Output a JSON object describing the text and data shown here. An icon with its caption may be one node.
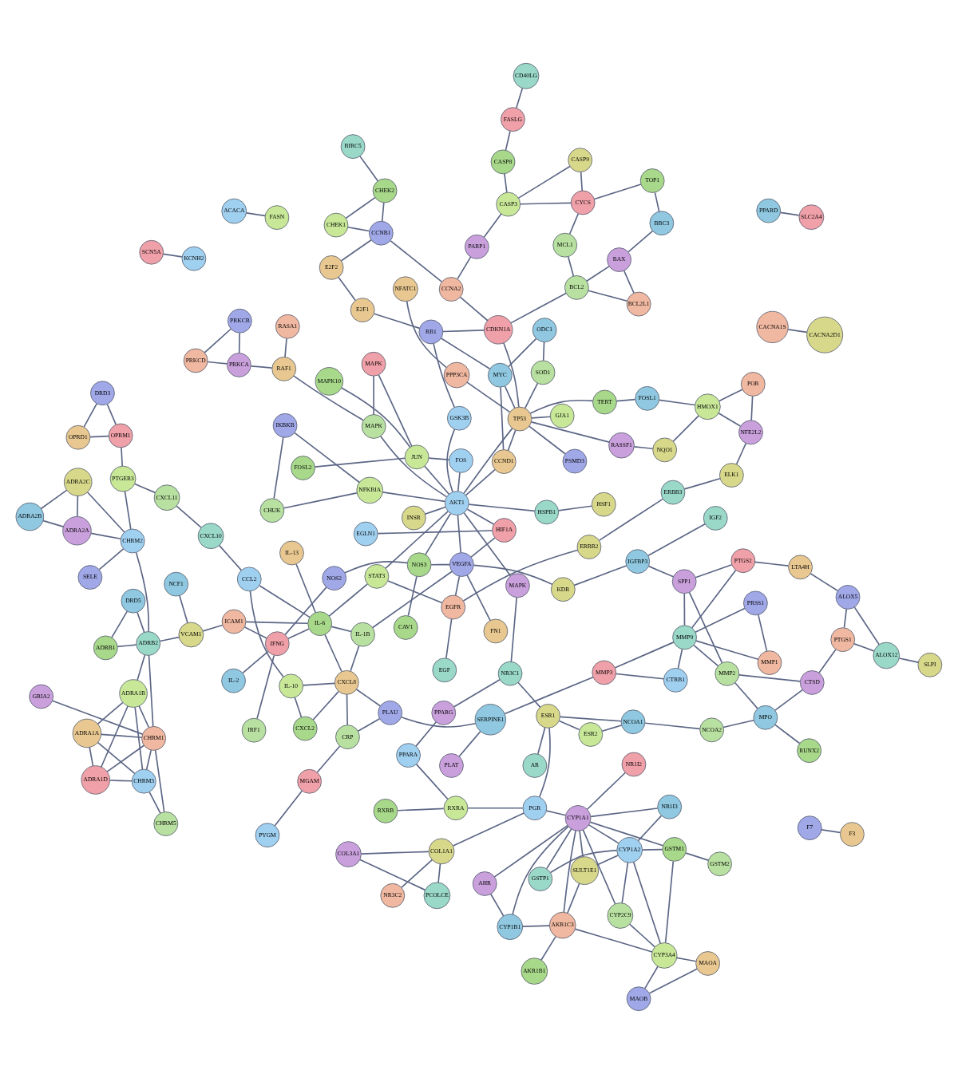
{
  "diagram": {
    "nodes": [
      {
        "text": [
          "AKR1B1"
        ]
      },
      {
        "text": [
          "CYP1B1"
        ]
      },
      {
        "text": [
          "AHR"
        ]
      },
      {
        "text": [
          "AKR1C3"
        ]
      },
      {
        "text": [
          "SULT1E1"
        ]
      },
      {
        "text": [
          "GSTP1"
        ]
      },
      {
        "text": [
          "MAOB"
        ]
      },
      {
        "text": [
          "MAOA"
        ]
      },
      {
        "text": [
          "GSTM2"
        ]
      },
      {
        "text": [
          "NR1I2"
        ]
      },
      {
        "text": [
          "CYP1A2"
        ]
      },
      {
        "text": [
          "CYP3A4"
        ]
      },
      {
        "text": [
          "GSTM1"
        ]
      },
      {
        "text": [
          "NR1I3"
        ]
      },
      {
        "text": [
          "CYP1A1"
        ]
      },
      {
        "text": [
          "CACNA1S"
        ]
      },
      {
        "text": [
          "CACNA2D1"
        ]
      },
      {
        "text": [
          "PCOLCE"
        ]
      },
      {
        "text": [
          "F7"
        ]
      },
      {
        "text": [
          "F3"
        ]
      },
      {
        "text": [
          "CYP2C9"
        ]
      },
      {
        "text": [
          "SCN5A"
        ]
      },
      {
        "text": [
          "KCNH2"
        ]
      },
      {
        "text": [
          "CHEK1"
        ]
      },
      {
        "text": [
          "CHEK2"
        ]
      },
      {
        "text": [
          "PPARD"
        ]
      },
      {
        "text": [
          "COL3A1"
        ]
      },
      {
        "text": [
          "NR3C2"
        ]
      },
      {
        "text": [
          "COL1A1"
        ]
      },
      {
        "text": [
          "BIRC5"
        ]
      },
      {
        "text": [
          "CCNB1"
        ]
      },
      {
        "text": [
          "E2F2"
        ]
      },
      {
        "text": [
          "NCOA2"
        ]
      },
      {
        "text": [
          "SLC2A4"
        ]
      },
      {
        "text": [
          "PGR"
        ]
      },
      {
        "text": [
          "RXRA"
        ]
      },
      {
        "text": [
          "RXRB"
        ]
      },
      {
        "text": [
          "NCOA1"
        ]
      },
      {
        "text": [
          "PARP1"
        ]
      },
      {
        "text": [
          "CCNA2"
        ]
      },
      {
        "text": [
          "CASP9"
        ]
      },
      {
        "text": [
          "AR"
        ]
      },
      {
        "text": [
          "RB1"
        ]
      },
      {
        "text": [
          "E2F1"
        ]
      },
      {
        "text": [
          "BCL2"
        ]
      },
      {
        "text": [
          "CDKN1A"
        ]
      },
      {
        "text": [
          "PPARA"
        ]
      },
      {
        "text": [
          "ESR2"
        ]
      },
      {
        "text": [
          "RUNX2"
        ]
      },
      {
        "text": [
          "MPO"
        ]
      },
      {
        "text": [
          "CTSD"
        ]
      },
      {
        "text": [
          "PTGS1"
        ]
      },
      {
        "text": [
          "SLPI"
        ]
      },
      {
        "text": [
          "ALOX12"
        ]
      },
      {
        "text": [
          "ALOX5"
        ]
      },
      {
        "text": [
          "LTA4H"
        ]
      },
      {
        "text": [
          "MCL1"
        ]
      },
      {
        "text": [
          "CYCS"
        ]
      },
      {
        "text": [
          "EGLN1"
        ]
      },
      {
        "text": [
          "CASP3"
        ]
      },
      {
        "text": [
          "CASP8"
        ]
      },
      {
        "text": [
          "MYC"
        ]
      },
      {
        "text": [
          "PPARG"
        ]
      },
      {
        "text": [
          "RASA1"
        ]
      },
      {
        "text": [
          "ESR1"
        ]
      },
      {
        "text": [
          "NR3C1"
        ]
      },
      {
        "text": [
          "NOS2"
        ]
      },
      {
        "text": [
          "RAF1"
        ]
      },
      {
        "text": [
          "MMP2"
        ]
      },
      {
        "text": [
          "PTGS2"
        ]
      },
      {
        "text": [
          "ACACA"
        ]
      },
      {
        "text": [
          "FASN"
        ]
      },
      {
        "text": [
          "TOP1"
        ]
      },
      {
        "text": [
          "BBC3"
        ]
      },
      {
        "text": [
          "BAX"
        ]
      },
      {
        "text": [
          "BCL2L1"
        ]
      },
      {
        "text": [
          "HSF1"
        ]
      },
      {
        "text": [
          "HSPB1"
        ]
      },
      {
        "text": [
          "PSMD3"
        ]
      },
      {
        "text": [
          "CCND1"
        ]
      },
      {
        "text": [
          "MAPK"
        ]
      },
      {
        "text": [
          "HIF1A"
        ]
      },
      {
        "text": [
          "AKT1"
        ]
      },
      {
        "text": [
          "NFKBIA"
        ]
      },
      {
        "text": [
          "NOS3"
        ]
      },
      {
        "text": [
          "IGFBP3"
        ]
      },
      {
        "text": [
          "SPP1"
        ]
      },
      {
        "text": [
          "MMP1"
        ]
      },
      {
        "text": [
          "KDR"
        ]
      },
      {
        "text": [
          "MMP9"
        ]
      },
      {
        "text": [
          "PRSS1"
        ]
      },
      {
        "text": [
          "TP53"
        ]
      },
      {
        "text": [
          "SOD1"
        ]
      },
      {
        "text": [
          "FASLG"
        ]
      },
      {
        "text": [
          "GSK3B"
        ]
      },
      {
        "text": [
          "GJA1"
        ]
      },
      {
        "text": [
          "MAPK10"
        ]
      },
      {
        "text": [
          "ODC1"
        ]
      },
      {
        "text": [
          "RASSF1"
        ]
      },
      {
        "text": [
          "PPP3CA"
        ]
      },
      {
        "text": [
          "NQO1"
        ]
      },
      {
        "text": [
          "CD40LG"
        ]
      },
      {
        "text": [
          "IKBKB"
        ]
      },
      {
        "text": [
          "NFATC1"
        ]
      },
      {
        "text": [
          "CHUK"
        ]
      },
      {
        "text": [
          "MAPK"
        ]
      },
      {
        "text": [
          "FOS"
        ]
      },
      {
        "text": [
          "JUN"
        ]
      },
      {
        "text": [
          "CAV1"
        ]
      },
      {
        "text": [
          "IL-2"
        ]
      },
      {
        "text": [
          "PRKCA"
        ]
      },
      {
        "text": [
          "PRKCD"
        ]
      },
      {
        "text": [
          "ERBB2"
        ]
      },
      {
        "text": [
          "IGF2"
        ]
      },
      {
        "text": [
          "VEGFA"
        ]
      },
      {
        "text": [
          "FN1"
        ]
      },
      {
        "text": [
          "IL-1B"
        ]
      },
      {
        "text": [
          "MMP3"
        ]
      },
      {
        "text": [
          "CTRB1"
        ]
      },
      {
        "text": [
          "STAT3"
        ]
      },
      {
        "text": [
          "IL-6"
        ]
      },
      {
        "text": [
          "SERPINE1"
        ]
      },
      {
        "text": [
          "PLAT"
        ]
      },
      {
        "text": [
          "EGFR"
        ]
      },
      {
        "text": [
          "INSR"
        ]
      },
      {
        "text": [
          "EGF"
        ]
      },
      {
        "text": [
          "PLAU"
        ]
      },
      {
        "text": [
          "CXCL8"
        ]
      },
      {
        "text": [
          "CRP"
        ]
      },
      {
        "text": [
          "MGAM"
        ]
      },
      {
        "text": [
          "PYGM"
        ]
      },
      {
        "text": [
          "HMOX1"
        ]
      },
      {
        "text": [
          "TERT"
        ]
      },
      {
        "text": [
          "FOSL1"
        ]
      },
      {
        "text": [
          "NFE2L2"
        ]
      },
      {
        "text": [
          "POR"
        ]
      },
      {
        "text": [
          "ELK1"
        ]
      },
      {
        "text": [
          "ERBB3"
        ]
      },
      {
        "text": [
          "PRKCB"
        ]
      },
      {
        "text": [
          "IL-13"
        ]
      },
      {
        "text": [
          "IRF1"
        ]
      },
      {
        "text": [
          "IFNG"
        ]
      },
      {
        "text": [
          "CCL2"
        ]
      },
      {
        "text": [
          "IL-10"
        ]
      },
      {
        "text": [
          "CXCL2"
        ]
      },
      {
        "text": [
          "ADRA2B"
        ]
      },
      {
        "text": [
          "ADRA2A"
        ]
      },
      {
        "text": [
          "ICAM1"
        ]
      },
      {
        "text": [
          "ADRA2C"
        ]
      },
      {
        "text": [
          "CXCL10"
        ]
      },
      {
        "text": [
          "DRD3"
        ]
      },
      {
        "text": [
          "OPRD1"
        ]
      },
      {
        "text": [
          "CXCL11"
        ]
      },
      {
        "text": [
          "OPRM1"
        ]
      },
      {
        "text": [
          "CHRM2"
        ]
      },
      {
        "text": [
          "PTGER3"
        ]
      },
      {
        "text": [
          "FOSL2"
        ]
      },
      {
        "text": [
          "NCF1"
        ]
      },
      {
        "text": [
          "GRIA2"
        ]
      },
      {
        "text": [
          "CHRM1"
        ]
      },
      {
        "text": [
          "VCAM1"
        ]
      },
      {
        "text": [
          "ADRB2"
        ]
      },
      {
        "text": [
          "SELE"
        ]
      },
      {
        "text": [
          "ADRA1A"
        ]
      },
      {
        "text": [
          "CHRM5"
        ]
      },
      {
        "text": [
          "ADRA1D"
        ]
      },
      {
        "text": [
          "CHRM3"
        ]
      },
      {
        "text": [
          "ADRA1B"
        ]
      },
      {
        "text": [
          "ADRB1"
        ]
      },
      {
        "text": [
          "DRD5"
        ]
      },
      {
        "text": [
          "MAPK"
        ]
      }
    ],
    "edges": [
      {
        "from": 0,
        "to": 3,
        "arrow": "none"
      },
      {
        "from": 3,
        "to": 4,
        "arrow": "none"
      },
      {
        "from": 3,
        "to": 1,
        "arrow": "none"
      },
      {
        "from": 1,
        "to": 2,
        "arrow": "none"
      },
      {
        "from": 1,
        "to": 14,
        "arrow": "none"
      },
      {
        "from": 2,
        "to": 14,
        "arrow": "none"
      },
      {
        "from": 3,
        "to": 11,
        "arrow": "none"
      },
      {
        "from": 3,
        "to": 14,
        "arrow": "none"
      },
      {
        "from": 4,
        "to": 10,
        "arrow": "none"
      },
      {
        "from": 4,
        "to": 14,
        "arrow": "none"
      },
      {
        "from": 5,
        "to": 14,
        "arrow": "none"
      },
      {
        "from": 5,
        "to": 10,
        "arrow": "none"
      },
      {
        "from": 6,
        "to": 7,
        "arrow": "none"
      },
      {
        "from": 6,
        "to": 11,
        "arrow": "none"
      },
      {
        "from": 7,
        "to": 11,
        "arrow": "none"
      },
      {
        "from": 8,
        "to": 12,
        "arrow": "none"
      },
      {
        "from": 10,
        "to": 11,
        "arrow": "none"
      },
      {
        "from": 10,
        "to": 12,
        "arrow": "none"
      },
      {
        "from": 10,
        "to": 14,
        "arrow": "none"
      },
      {
        "from": 11,
        "to": 12,
        "arrow": "none"
      },
      {
        "from": 12,
        "to": 14,
        "arrow": "none"
      },
      {
        "from": 13,
        "to": 10,
        "arrow": "none"
      },
      {
        "from": 9,
        "to": 14,
        "arrow": "none"
      },
      {
        "from": 13,
        "to": 14,
        "arrow": "none"
      },
      {
        "from": 10,
        "to": 20,
        "arrow": "none"
      },
      {
        "from": 14,
        "to": 20,
        "arrow": "none"
      },
      {
        "from": 11,
        "to": 20,
        "arrow": "none"
      },
      {
        "from": 15,
        "to": 16,
        "arrow": "none"
      },
      {
        "from": 21,
        "to": 22,
        "arrow": "none"
      },
      {
        "from": 18,
        "to": 19,
        "arrow": "none"
      },
      {
        "from": 23,
        "to": 24,
        "arrow": "none"
      },
      {
        "from": 23,
        "to": 30,
        "arrow": "none"
      },
      {
        "from": 24,
        "to": 30,
        "arrow": "none"
      },
      {
        "from": 24,
        "to": 29,
        "arrow": "none"
      },
      {
        "from": 17,
        "to": 26,
        "arrow": "none"
      },
      {
        "from": 17,
        "to": 28,
        "arrow": "none"
      },
      {
        "from": 26,
        "to": 28,
        "arrow": "none"
      },
      {
        "from": 27,
        "to": 28,
        "arrow": "none"
      },
      {
        "from": 25,
        "to": 33,
        "arrow": "none"
      },
      {
        "from": 28,
        "to": 34,
        "arrow": "none"
      },
      {
        "from": 14,
        "to": 34,
        "arrow": "none"
      },
      {
        "from": 32,
        "to": 37,
        "arrow": "none"
      },
      {
        "from": 32,
        "to": 49,
        "arrow": "none"
      },
      {
        "from": 37,
        "to": 47,
        "arrow": "none"
      },
      {
        "from": 37,
        "to": 64,
        "arrow": "none"
      },
      {
        "from": 35,
        "to": 36,
        "arrow": "none"
      },
      {
        "from": 35,
        "to": 34,
        "arrow": "none"
      },
      {
        "from": 34,
        "to": 64,
        "arrow": "none"
      },
      {
        "from": 41,
        "to": 64,
        "arrow": "none"
      },
      {
        "from": 46,
        "to": 35,
        "arrow": "none"
      },
      {
        "from": 48,
        "to": 49,
        "arrow": "none"
      },
      {
        "from": 49,
        "to": 50,
        "arrow": "none"
      },
      {
        "from": 50,
        "to": 51,
        "arrow": "none"
      },
      {
        "from": 51,
        "to": 53,
        "arrow": "none"
      },
      {
        "from": 52,
        "to": 53,
        "arrow": "none"
      },
      {
        "from": 51,
        "to": 54,
        "arrow": "none"
      },
      {
        "from": 53,
        "to": 54,
        "arrow": "none"
      },
      {
        "from": 54,
        "to": 55,
        "arrow": "none"
      },
      {
        "from": 55,
        "to": 69,
        "arrow": "none"
      },
      {
        "from": 50,
        "to": 68,
        "arrow": "none"
      },
      {
        "from": 49,
        "to": 68,
        "arrow": "none"
      },
      {
        "from": 68,
        "to": 86,
        "arrow": "none"
      },
      {
        "from": 68,
        "to": 89,
        "arrow": "none"
      },
      {
        "from": 69,
        "to": 86,
        "arrow": "none"
      },
      {
        "from": 69,
        "to": 89,
        "arrow": "none"
      },
      {
        "from": 86,
        "to": 89,
        "arrow": "none"
      },
      {
        "from": 87,
        "to": 89,
        "arrow": "none"
      },
      {
        "from": 89,
        "to": 90,
        "arrow": "none"
      },
      {
        "from": 87,
        "to": 90,
        "arrow": "none"
      },
      {
        "from": 89,
        "to": 117,
        "arrow": "none"
      },
      {
        "from": 117,
        "to": 118,
        "arrow": "none"
      },
      {
        "from": 89,
        "to": 118,
        "arrow": "none"
      },
      {
        "from": 117,
        "to": 121,
        "arrow": "none"
      },
      {
        "from": 121,
        "to": 122,
        "arrow": "none"
      },
      {
        "from": 121,
        "to": 126,
        "arrow": "none"
      },
      {
        "from": 126,
        "to": 127,
        "arrow": "none"
      },
      {
        "from": 126,
        "to": 128,
        "arrow": "none"
      },
      {
        "from": 127,
        "to": 128,
        "arrow": "none"
      },
      {
        "from": 128,
        "to": 129,
        "arrow": "none"
      },
      {
        "from": 129,
        "to": 130,
        "arrow": "none"
      },
      {
        "from": 70,
        "to": 71,
        "arrow": "none"
      },
      {
        "from": 72,
        "to": 73,
        "arrow": "none"
      },
      {
        "from": 72,
        "to": 57,
        "arrow": "none"
      },
      {
        "from": 56,
        "to": 57,
        "arrow": "none"
      },
      {
        "from": 56,
        "to": 44,
        "arrow": "none"
      },
      {
        "from": 57,
        "to": 59,
        "arrow": "none"
      },
      {
        "from": 73,
        "to": 74,
        "arrow": "none"
      },
      {
        "from": 74,
        "to": 44,
        "arrow": "none"
      },
      {
        "from": 74,
        "to": 75,
        "arrow": "none"
      },
      {
        "from": 44,
        "to": 75,
        "arrow": "none"
      },
      {
        "from": 44,
        "to": 45,
        "arrow": "none"
      },
      {
        "from": 45,
        "to": 91,
        "arrow": "none"
      },
      {
        "from": 59,
        "to": 60,
        "arrow": "none"
      },
      {
        "from": 59,
        "to": 40,
        "arrow": "none"
      },
      {
        "from": 40,
        "to": 57,
        "arrow": "none"
      },
      {
        "from": 38,
        "to": 39,
        "arrow": "none"
      },
      {
        "from": 38,
        "to": 59,
        "arrow": "none"
      },
      {
        "from": 39,
        "to": 30,
        "arrow": "none"
      },
      {
        "from": 30,
        "to": 31,
        "arrow": "none"
      },
      {
        "from": 31,
        "to": 43,
        "arrow": "none"
      },
      {
        "from": 43,
        "to": 42,
        "arrow": "none"
      },
      {
        "from": 42,
        "to": 45,
        "arrow": "none"
      },
      {
        "from": 39,
        "to": 45,
        "arrow": "none"
      },
      {
        "from": 91,
        "to": 92,
        "arrow": "none"
      },
      {
        "from": 92,
        "to": 97,
        "arrow": "none"
      },
      {
        "from": 91,
        "to": 95,
        "arrow": "none"
      },
      {
        "from": 98,
        "to": 100,
        "arrow": "none"
      },
      {
        "from": 100,
        "to": 131,
        "arrow": "none"
      },
      {
        "from": 131,
        "to": 134,
        "arrow": "none"
      },
      {
        "from": 131,
        "to": 133,
        "arrow": "none"
      },
      {
        "from": 133,
        "to": 132,
        "arrow": "none"
      },
      {
        "from": 134,
        "to": 135,
        "arrow": "none"
      },
      {
        "from": 134,
        "to": 136,
        "arrow": "none"
      },
      {
        "from": 136,
        "to": 137,
        "arrow": "none"
      },
      {
        "from": 156,
        "to": 107,
        "arrow": "none"
      },
      {
        "from": 157,
        "to": 160,
        "arrow": "none"
      },
      {
        "from": 158,
        "to": 159,
        "arrow": "none"
      },
      {
        "from": 159,
        "to": 163,
        "arrow": "none"
      },
      {
        "from": 159,
        "to": 164,
        "arrow": "none"
      },
      {
        "from": 159,
        "to": 165,
        "arrow": "none"
      },
      {
        "from": 159,
        "to": 166,
        "arrow": "none"
      },
      {
        "from": 159,
        "to": 167,
        "arrow": "none"
      },
      {
        "from": 159,
        "to": 161,
        "arrow": "none"
      },
      {
        "from": 163,
        "to": 165,
        "arrow": "none"
      },
      {
        "from": 163,
        "to": 166,
        "arrow": "none"
      },
      {
        "from": 163,
        "to": 167,
        "arrow": "none"
      },
      {
        "from": 164,
        "to": 166,
        "arrow": "none"
      },
      {
        "from": 165,
        "to": 166,
        "arrow": "none"
      },
      {
        "from": 165,
        "to": 167,
        "arrow": "none"
      },
      {
        "from": 166,
        "to": 167,
        "arrow": "none"
      },
      {
        "from": 161,
        "to": 167,
        "arrow": "none"
      },
      {
        "from": 161,
        "to": 160,
        "arrow": "none"
      },
      {
        "from": 161,
        "to": 168,
        "arrow": "none"
      },
      {
        "from": 161,
        "to": 169,
        "arrow": "none"
      },
      {
        "from": 168,
        "to": 169,
        "arrow": "none"
      },
      {
        "from": 161,
        "to": 154,
        "arrow": "none"
      },
      {
        "from": 162,
        "to": 154,
        "arrow": "none"
      },
      {
        "from": 160,
        "to": 147,
        "arrow": "none"
      },
      {
        "from": 150,
        "to": 151,
        "arrow": "none"
      },
      {
        "from": 151,
        "to": 153,
        "arrow": "none"
      },
      {
        "from": 152,
        "to": 149,
        "arrow": "none"
      },
      {
        "from": 146,
        "to": 145,
        "arrow": "none"
      },
      {
        "from": 146,
        "to": 148,
        "arrow": "none"
      },
      {
        "from": 154,
        "to": 155,
        "arrow": "none"
      },
      {
        "from": 153,
        "to": 155,
        "arrow": "none"
      },
      {
        "from": 152,
        "to": 155,
        "arrow": "none"
      },
      {
        "from": 150,
        "to": 153,
        "arrow": "none"
      },
      {
        "from": 143,
        "to": 144,
        "arrow": "none"
      },
      {
        "from": 143,
        "to": 142,
        "arrow": "none"
      },
      {
        "from": 141,
        "to": 120,
        "arrow": "none"
      },
      {
        "from": 120,
        "to": 116,
        "arrow": "none"
      },
      {
        "from": 116,
        "to": 114,
        "arrow": "none"
      },
      {
        "from": 114,
        "to": 88,
        "arrow": "none"
      },
      {
        "from": 88,
        "to": 85,
        "arrow": "none"
      },
      {
        "from": 85,
        "to": 86,
        "arrow": "none"
      },
      {
        "from": 114,
        "to": 115,
        "arrow": "none"
      },
      {
        "from": 114,
        "to": 123,
        "arrow": "none"
      },
      {
        "from": 123,
        "to": 125,
        "arrow": "none"
      },
      {
        "from": 123,
        "to": 112,
        "arrow": "none"
      },
      {
        "from": 112,
        "to": 137,
        "arrow": "none"
      },
      {
        "from": 119,
        "to": 120,
        "arrow": "none"
      },
      {
        "from": 119,
        "to": 123,
        "arrow": "none"
      },
      {
        "from": 82,
        "to": 91,
        "arrow": "none"
      },
      {
        "from": 82,
        "to": 79,
        "arrow": "none"
      },
      {
        "from": 82,
        "to": 80,
        "arrow": "none"
      },
      {
        "from": 82,
        "to": 94,
        "arrow": "none"
      },
      {
        "from": 82,
        "to": 81,
        "arrow": "none"
      },
      {
        "from": 82,
        "to": 84,
        "arrow": "none"
      },
      {
        "from": 82,
        "to": 114,
        "arrow": "none"
      },
      {
        "from": 82,
        "to": 83,
        "arrow": "none"
      },
      {
        "from": 82,
        "to": 119,
        "arrow": "none"
      },
      {
        "from": 82,
        "to": 107,
        "arrow": "none"
      },
      {
        "from": 82,
        "to": 106,
        "arrow": "none"
      },
      {
        "from": 106,
        "to": 107,
        "arrow": "none"
      },
      {
        "from": 107,
        "to": 105,
        "arrow": "none"
      },
      {
        "from": 105,
        "to": 80,
        "arrow": "none"
      },
      {
        "from": 91,
        "to": 79,
        "arrow": "none"
      },
      {
        "from": 91,
        "to": 61,
        "arrow": "none"
      },
      {
        "from": 61,
        "to": 79,
        "arrow": "none"
      },
      {
        "from": 61,
        "to": 42,
        "arrow": "none"
      },
      {
        "from": 81,
        "to": 114,
        "arrow": "none"
      },
      {
        "from": 84,
        "to": 114,
        "arrow": "none"
      },
      {
        "from": 84,
        "to": 66,
        "arrow": "none"
      },
      {
        "from": 66,
        "to": 141,
        "arrow": "none"
      },
      {
        "from": 62,
        "to": 65,
        "arrow": "none"
      },
      {
        "from": 62,
        "to": 46,
        "arrow": "none"
      },
      {
        "from": 64,
        "to": 65,
        "arrow": "none"
      },
      {
        "from": 64,
        "to": 47,
        "arrow": "none"
      },
      {
        "from": 67,
        "to": 80,
        "arrow": "none"
      },
      {
        "from": 67,
        "to": 110,
        "arrow": "none"
      },
      {
        "from": 110,
        "to": 111,
        "arrow": "none"
      },
      {
        "from": 110,
        "to": 138,
        "arrow": "none"
      },
      {
        "from": 101,
        "to": 93,
        "arrow": "none"
      },
      {
        "from": 102,
        "to": 104,
        "arrow": "none"
      },
      {
        "from": 102,
        "to": 83,
        "arrow": "none"
      },
      {
        "from": 103,
        "to": 99,
        "arrow": "none"
      },
      {
        "from": 108,
        "to": 84,
        "arrow": "none"
      },
      {
        "from": 109,
        "to": 141,
        "arrow": "none"
      },
      {
        "from": 120,
        "to": 142,
        "arrow": "none"
      },
      {
        "from": 127,
        "to": 143,
        "arrow": "none"
      },
      {
        "from": 127,
        "to": 120,
        "arrow": "none"
      },
      {
        "from": 139,
        "to": 120,
        "arrow": "none"
      },
      {
        "from": 140,
        "to": 141,
        "arrow": "none"
      },
      {
        "from": 141,
        "to": 147,
        "arrow": "none"
      },
      {
        "from": 147,
        "to": 120,
        "arrow": "none"
      },
      {
        "from": 116,
        "to": 127,
        "arrow": "none"
      },
      {
        "from": 142,
        "to": 149,
        "arrow": "none"
      },
      {
        "from": 144,
        "to": 127,
        "arrow": "none"
      },
      {
        "from": 76,
        "to": 77,
        "arrow": "none"
      },
      {
        "from": 77,
        "to": 82,
        "arrow": "none"
      },
      {
        "from": 78,
        "to": 91,
        "arrow": "none"
      },
      {
        "from": 96,
        "to": 107,
        "arrow": "none"
      },
      {
        "from": 94,
        "to": 42,
        "arrow": "none"
      },
      {
        "from": 58,
        "to": 81,
        "arrow": "none"
      },
      {
        "from": 63,
        "to": 67,
        "arrow": "none"
      },
      {
        "from": 170,
        "to": 65,
        "arrow": "none"
      },
      {
        "from": 170,
        "to": 82,
        "arrow": "none"
      },
      {
        "from": 113,
        "to": 85,
        "arrow": "none"
      },
      {
        "from": 124,
        "to": 82,
        "arrow": "none"
      },
      {
        "from": 98,
        "to": 91,
        "arrow": "none"
      },
      {
        "from": 99,
        "to": 91,
        "arrow": "none"
      },
      {
        "from": 93,
        "to": 60,
        "arrow": "none"
      },
      {
        "from": 104,
        "to": 83,
        "arrow": "none"
      },
      {
        "from": 111,
        "to": 138,
        "arrow": "none"
      },
      {
        "from": 145,
        "to": 148,
        "arrow": "none"
      },
      {
        "from": 146,
        "to": 154,
        "arrow": "none"
      },
      {
        "from": 148,
        "to": 154,
        "arrow": "none"
      },
      {
        "from": 135,
        "to": 131,
        "arrow": "none"
      },
      {
        "from": 132,
        "to": 91,
        "arrow": "none"
      },
      {
        "from": 97,
        "to": 61,
        "arrow": "none"
      }
    ]
  }
}
